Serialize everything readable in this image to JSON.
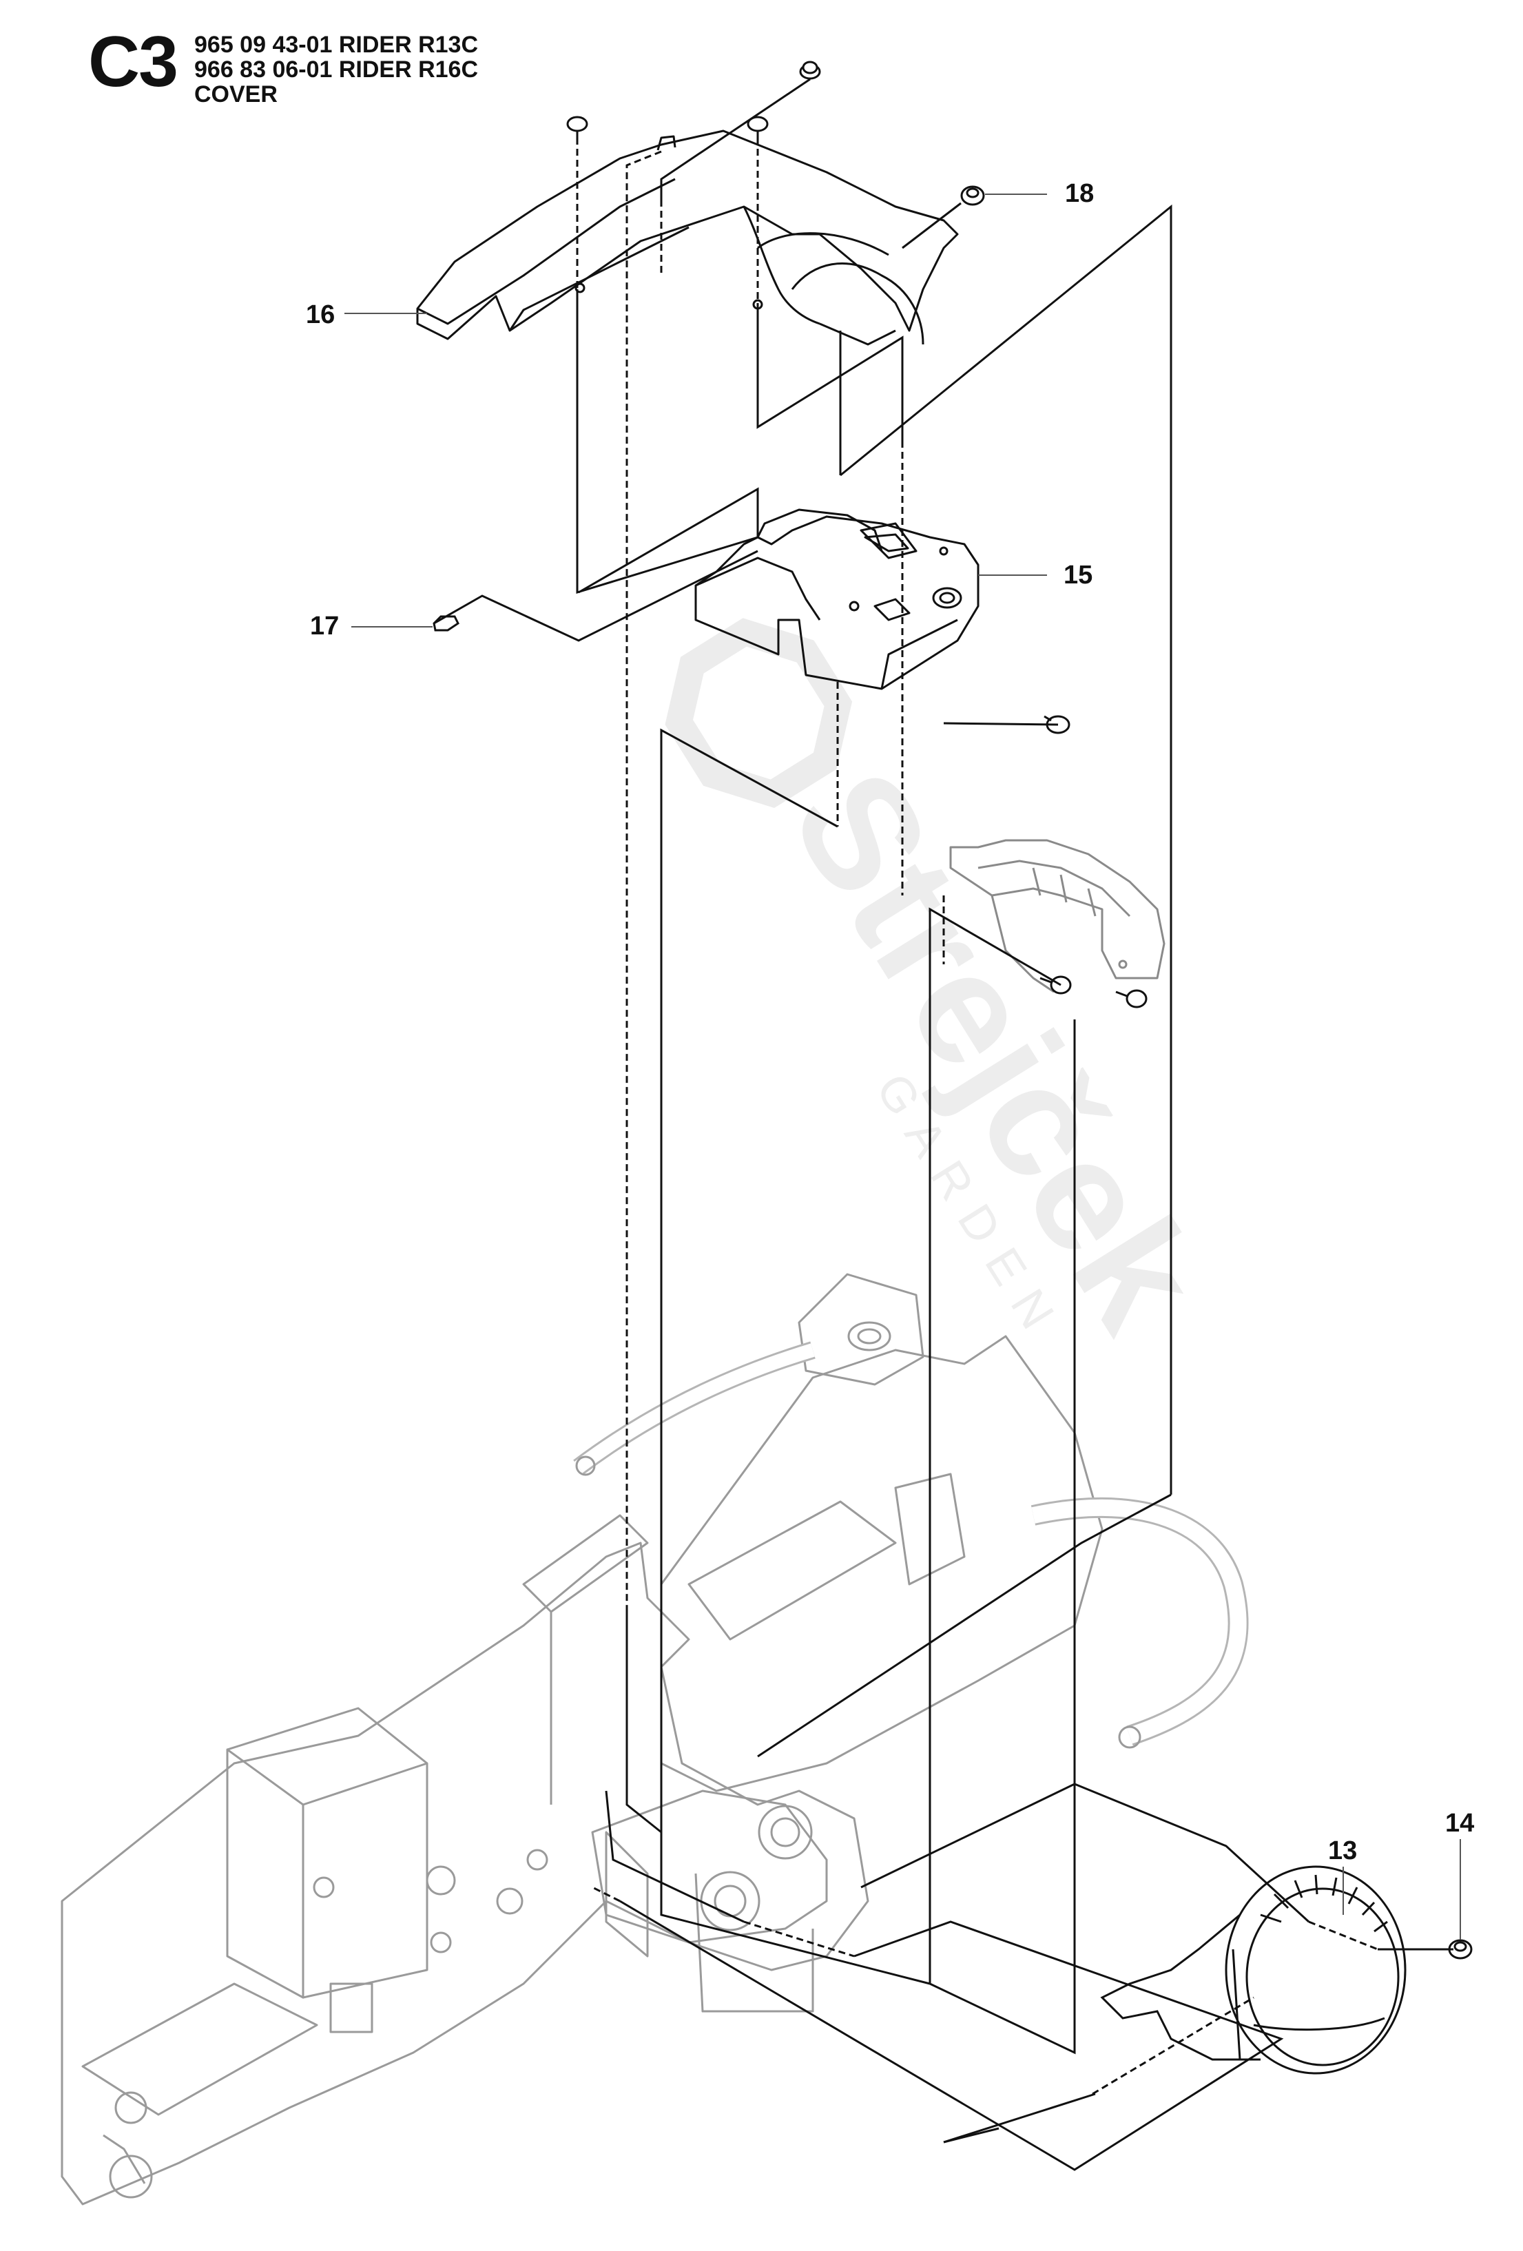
{
  "header": {
    "section_code": "C3",
    "lines": [
      "965 09 43-01 RIDER R13C",
      "966 83 06-01 RIDER R16C",
      "COVER"
    ]
  },
  "callouts": [
    {
      "id": "callout-18",
      "label": "18"
    },
    {
      "id": "callout-16",
      "label": "16"
    },
    {
      "id": "callout-15",
      "label": "15"
    },
    {
      "id": "callout-17",
      "label": "17"
    },
    {
      "id": "callout-13",
      "label": "13"
    },
    {
      "id": "callout-14",
      "label": "14"
    }
  ],
  "watermark": {
    "brand": "Strejček",
    "sub": "GARDEN"
  },
  "colors": {
    "line": "#111111",
    "frame": "#9a9a9a",
    "watermark": "#e9e9e9"
  }
}
